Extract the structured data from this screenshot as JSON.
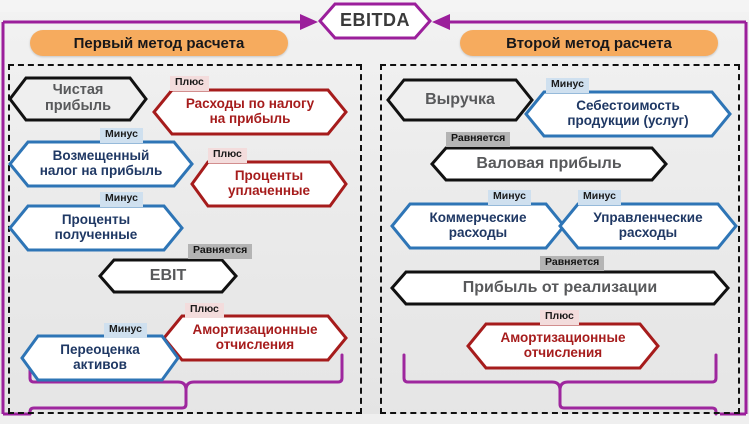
{
  "title": "EBITDA — два метода расчета",
  "accent": {
    "purple": "#9b1f9b",
    "orange": "#f6ab5e",
    "red": "#a61c1c",
    "blue": "#2e75b6",
    "black": "#111111",
    "gray_text": "#58595b"
  },
  "top": {
    "ebitda_label": "EBITDA"
  },
  "headers": {
    "left": "Первый метод расчета",
    "right": "Второй метод расчета"
  },
  "operators": {
    "plus": "Плюс",
    "minus": "Минус",
    "equals": "Равняется"
  },
  "left_column": {
    "method_name": "Первый метод расчета",
    "nodes": [
      {
        "id": "net-profit",
        "label": "Чистая\nприбыль",
        "line1": "Чистая",
        "line2": "прибыль",
        "style": "black",
        "op": ""
      },
      {
        "id": "income-tax-exp",
        "label": "Расходы по налогу\nна прибыль",
        "line1": "Расходы по налогу",
        "line2": "на прибыль",
        "style": "red",
        "op": "Плюс"
      },
      {
        "id": "recovered-tax",
        "label": "Возмещенный\nналог на прибыль",
        "line1": "Возмещенный",
        "line2": "налог на прибыль",
        "style": "blue",
        "op": "Минус"
      },
      {
        "id": "interest-paid",
        "label": "Проценты\nуплаченные",
        "line1": "Проценты",
        "line2": "уплаченные",
        "style": "red",
        "op": "Плюс"
      },
      {
        "id": "interest-received",
        "label": "Проценты\nполученные",
        "line1": "Проценты",
        "line2": "полученные",
        "style": "blue",
        "op": "Минус"
      },
      {
        "id": "ebit",
        "label": "EBIT",
        "line1": "EBIT",
        "line2": "",
        "style": "black",
        "op": "Равняется"
      },
      {
        "id": "depreciation-l",
        "label": "Амортизационные\nотчисления",
        "line1": "Амортизационные",
        "line2": "отчисления",
        "style": "red",
        "op": "Плюс"
      },
      {
        "id": "asset-revaluation",
        "label": "Переоценка\nактивов",
        "line1": "Переоценка",
        "line2": "активов",
        "style": "blue",
        "op": "Минус"
      }
    ]
  },
  "right_column": {
    "method_name": "Второй метод расчета",
    "nodes": [
      {
        "id": "revenue",
        "label": "Выручка",
        "line1": "Выручка",
        "line2": "",
        "style": "black",
        "op": ""
      },
      {
        "id": "cogs",
        "label": "Себестоимость\nпродукции (услуг)",
        "line1": "Себестоимость",
        "line2": "продукции (услуг)",
        "style": "blue",
        "op": "Минус"
      },
      {
        "id": "gross-profit",
        "label": "Валовая прибыль",
        "line1": "Валовая прибыль",
        "line2": "",
        "style": "black",
        "op": "Равняется"
      },
      {
        "id": "selling-exp",
        "label": "Коммерческие\nрасходы",
        "line1": "Коммерческие",
        "line2": "расходы",
        "style": "blue",
        "op": "Минус"
      },
      {
        "id": "admin-exp",
        "label": "Управленческие\nрасходы",
        "line1": "Управленческие",
        "line2": "расходы",
        "style": "blue",
        "op": "Минус"
      },
      {
        "id": "operating-profit",
        "label": "Прибыль от реализации",
        "line1": "Прибыль от реализации",
        "line2": "",
        "style": "black",
        "op": "Равняется"
      },
      {
        "id": "depreciation-r",
        "label": "Амортизационные\nотчисления",
        "line1": "Амортизационные",
        "line2": "отчисления",
        "style": "red",
        "op": "Плюс"
      }
    ]
  }
}
